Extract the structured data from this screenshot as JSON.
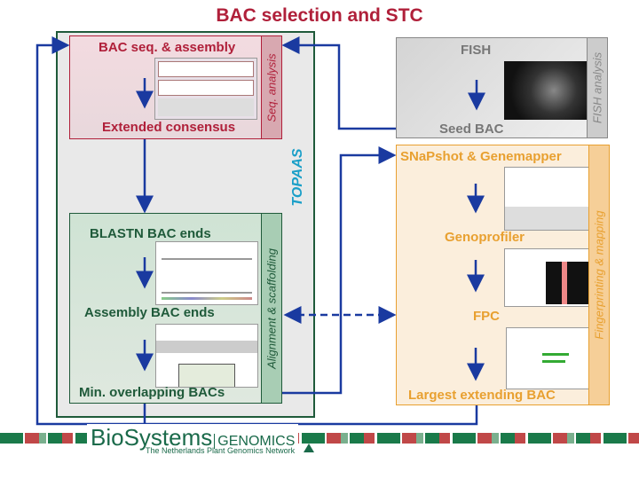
{
  "title": "BAC selection and STC",
  "topaas": {
    "label": "TOPAAS",
    "color": "#1f5a3a",
    "label_color": "#1a9fc8"
  },
  "seq_box": {
    "top_label": "BAC seq. & assembly",
    "bottom_label": "Extended consensus",
    "side_label": "Seq. analysis",
    "color": "#b0203a"
  },
  "align_box": {
    "labels": [
      "BLASTN BAC ends",
      "Assembly BAC ends",
      "Min. overlapping BACs"
    ],
    "side_label": "Alignment & scaffolding",
    "color": "#1f5a3a"
  },
  "fish_box": {
    "top_label": "FISH",
    "bottom_label": "Seed BAC",
    "side_label": "FISH analysis",
    "color": "#777777"
  },
  "finger_box": {
    "labels": [
      "SNaPshot & Genemapper",
      "Genoprofiler",
      "FPC",
      "Largest extending BAC"
    ],
    "side_label": "Fingerprinting & mapping",
    "color": "#e8a030"
  },
  "arrow_color": "#1a3aa0",
  "footer": {
    "logo_main": "BioSystems",
    "logo_sub": "GENOMICS",
    "tagline": "The Netherlands Plant Genomics Network"
  }
}
